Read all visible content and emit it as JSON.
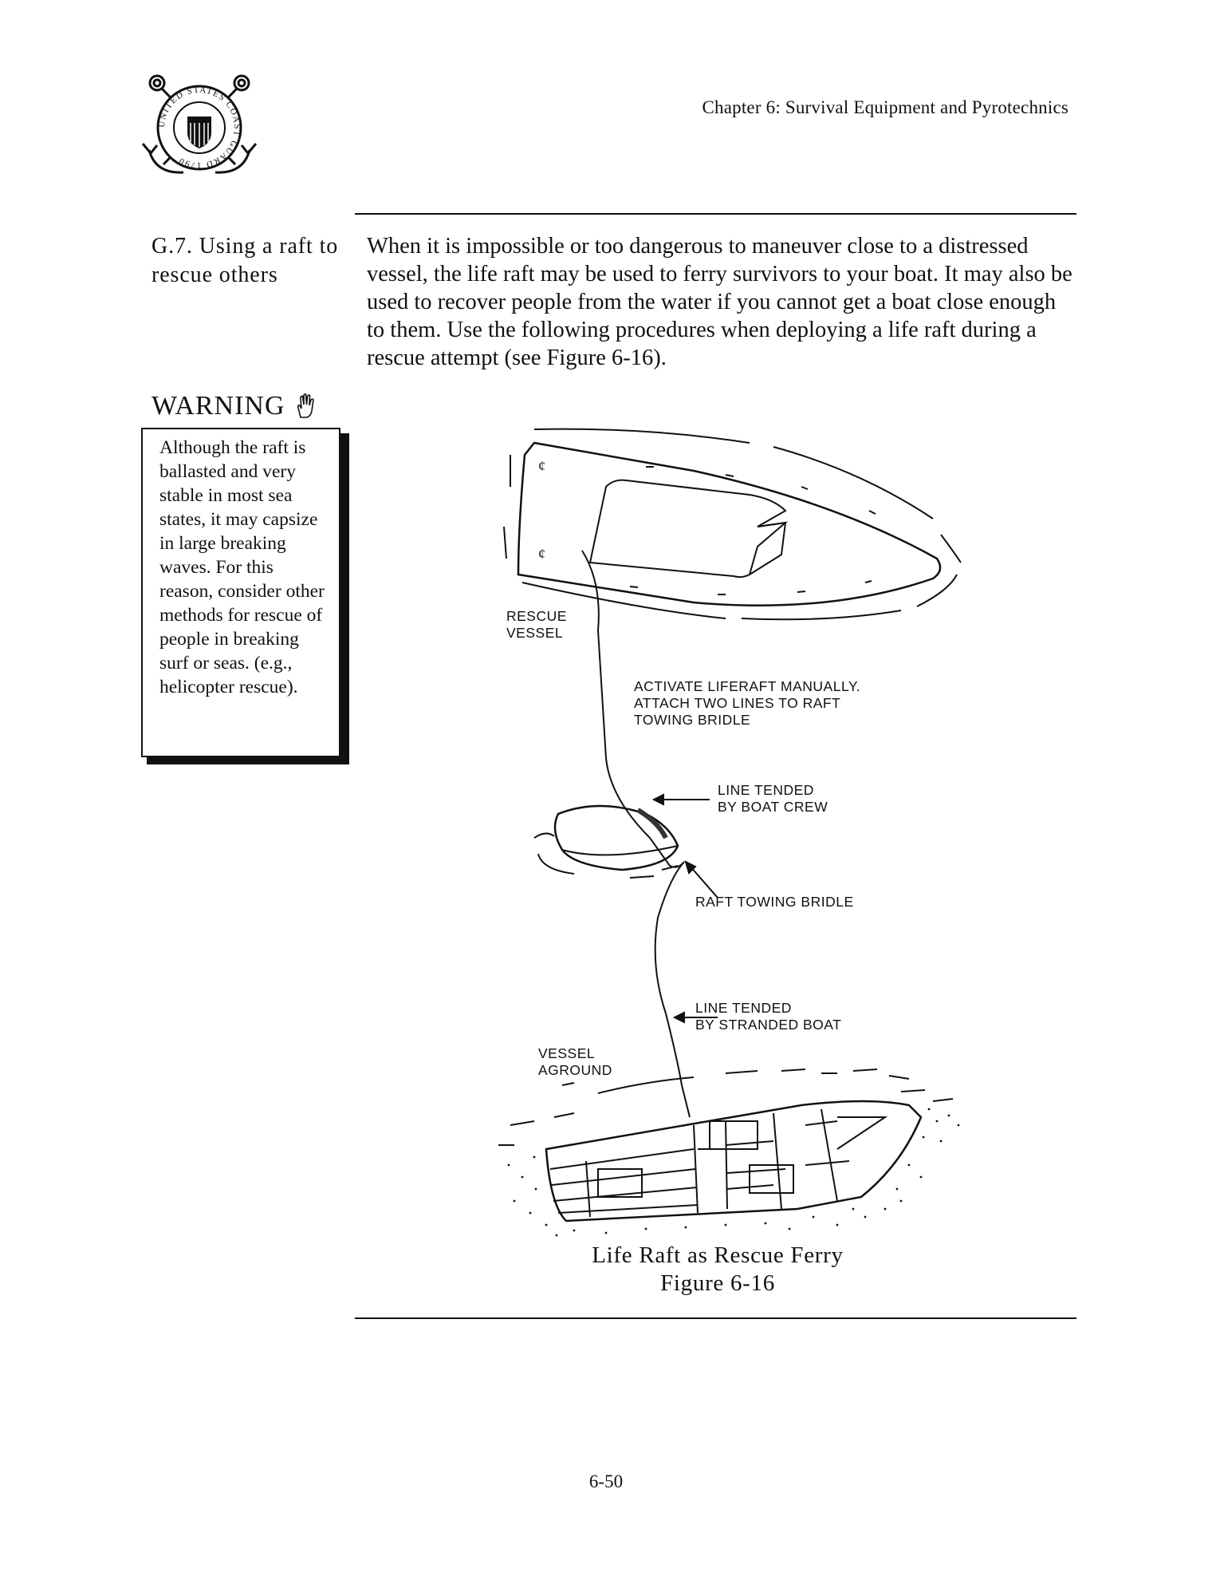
{
  "header": {
    "chapter_title": "Chapter 6:  Survival Equipment and Pyrotechnics",
    "logo_text": "UNITED STATES COAST GUARD 1790"
  },
  "section": {
    "title": "G.7.  Using a raft to rescue others",
    "body": "When it is impossible or too dangerous to maneuver close to a distressed vessel, the life raft may be used to ferry survivors to your boat.  It may also be used to recover people from the water if you cannot get a boat close enough to them.  Use the following procedures when deploying a life raft during a rescue attempt (see Figure 6-16)."
  },
  "warning": {
    "title": "WARNING",
    "icon": "hand-icon",
    "text": "Although the raft is ballasted and very stable in most sea states, it may capsize in large breaking waves. For this reason, consider other methods for rescue of people in breaking surf or seas.  (e.g., helicopter rescue)."
  },
  "figure": {
    "labels": {
      "rescue_vessel_1": "RESCUE",
      "rescue_vessel_2": "VESSEL",
      "activate_1": "ACTIVATE LIFERAFT MANUALLY.",
      "activate_2": "ATTACH TWO LINES TO RAFT",
      "activate_3": "TOWING BRIDLE",
      "line_crew_1": "LINE TENDED",
      "line_crew_2": "BY BOAT CREW",
      "bridle": "RAFT TOWING BRIDLE",
      "line_stranded_1": "LINE TENDED",
      "line_stranded_2": "BY STRANDED BOAT",
      "aground_1": "VESSEL",
      "aground_2": "AGROUND"
    },
    "caption_title": "Life Raft as Rescue Ferry",
    "caption_number": "Figure 6-16"
  },
  "footer": {
    "page_number": "6-50"
  }
}
